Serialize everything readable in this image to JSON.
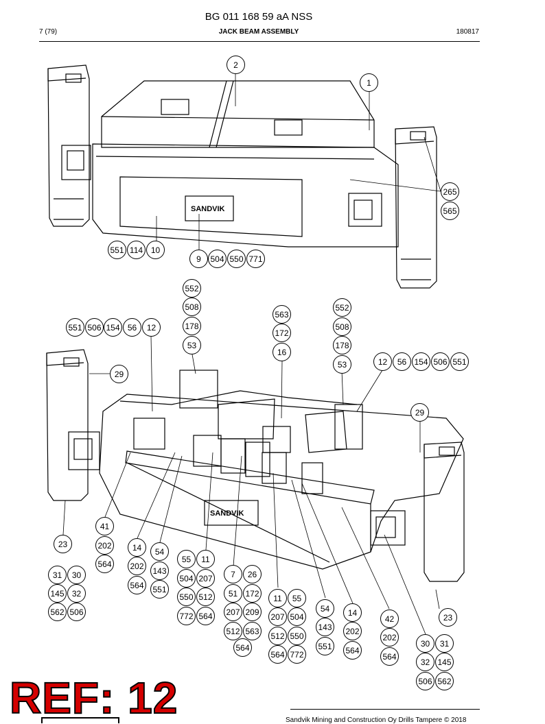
{
  "header": {
    "doc_title": "BG 011 168 59 aA NSS",
    "page": "7 (79)",
    "section": "JACK BEAM ASSEMBLY",
    "date": "180817"
  },
  "footer": {
    "text": "Sandvik Mining and Construction Oy Drills Tampere © 2018"
  },
  "stamp": {
    "text": "REF: 12"
  },
  "brand": {
    "plate_text": "SANDVIK"
  },
  "balloons": [
    {
      "id": "b1",
      "label": "2"
    },
    {
      "id": "b2",
      "label": "1"
    },
    {
      "id": "b3",
      "label": "265"
    },
    {
      "id": "b4",
      "label": "565"
    },
    {
      "id": "b5",
      "label": "551"
    },
    {
      "id": "b6",
      "label": "114"
    },
    {
      "id": "b7",
      "label": "10"
    },
    {
      "id": "b8",
      "label": "9"
    },
    {
      "id": "b9",
      "label": "504"
    },
    {
      "id": "b10",
      "label": "550"
    },
    {
      "id": "b11",
      "label": "771"
    },
    {
      "id": "b12",
      "label": "552"
    },
    {
      "id": "b13",
      "label": "508"
    },
    {
      "id": "b14",
      "label": "178"
    },
    {
      "id": "b15",
      "label": "53"
    },
    {
      "id": "b16",
      "label": "563"
    },
    {
      "id": "b17",
      "label": "172"
    },
    {
      "id": "b18",
      "label": "16"
    },
    {
      "id": "b19",
      "label": "552"
    },
    {
      "id": "b20",
      "label": "508"
    },
    {
      "id": "b21",
      "label": "178"
    },
    {
      "id": "b22",
      "label": "53"
    },
    {
      "id": "b23",
      "label": "551"
    },
    {
      "id": "b24",
      "label": "506"
    },
    {
      "id": "b25",
      "label": "154"
    },
    {
      "id": "b26",
      "label": "56"
    },
    {
      "id": "b27",
      "label": "12"
    },
    {
      "id": "b28",
      "label": "12"
    },
    {
      "id": "b29",
      "label": "56"
    },
    {
      "id": "b30",
      "label": "154"
    },
    {
      "id": "b31",
      "label": "506"
    },
    {
      "id": "b32",
      "label": "551"
    },
    {
      "id": "b33",
      "label": "29"
    },
    {
      "id": "b34",
      "label": "29"
    },
    {
      "id": "b35",
      "label": "41"
    },
    {
      "id": "b36",
      "label": "202"
    },
    {
      "id": "b37",
      "label": "564"
    },
    {
      "id": "b38",
      "label": "23"
    },
    {
      "id": "b39",
      "label": "14"
    },
    {
      "id": "b40",
      "label": "202"
    },
    {
      "id": "b41",
      "label": "564"
    },
    {
      "id": "b42",
      "label": "54"
    },
    {
      "id": "b43",
      "label": "143"
    },
    {
      "id": "b44",
      "label": "551"
    },
    {
      "id": "b45",
      "label": "55"
    },
    {
      "id": "b46",
      "label": "11"
    },
    {
      "id": "b47",
      "label": "504"
    },
    {
      "id": "b48",
      "label": "207"
    },
    {
      "id": "b49",
      "label": "550"
    },
    {
      "id": "b50",
      "label": "512"
    },
    {
      "id": "b51",
      "label": "772"
    },
    {
      "id": "b52",
      "label": "564"
    },
    {
      "id": "b53",
      "label": "7"
    },
    {
      "id": "b54",
      "label": "26"
    },
    {
      "id": "b55",
      "label": "51"
    },
    {
      "id": "b56",
      "label": "172"
    },
    {
      "id": "b57",
      "label": "207"
    },
    {
      "id": "b58",
      "label": "209"
    },
    {
      "id": "b59",
      "label": "512"
    },
    {
      "id": "b60",
      "label": "563"
    },
    {
      "id": "b61",
      "label": "564"
    },
    {
      "id": "b62",
      "label": "31"
    },
    {
      "id": "b63",
      "label": "30"
    },
    {
      "id": "b64",
      "label": "145"
    },
    {
      "id": "b65",
      "label": "32"
    },
    {
      "id": "b66",
      "label": "562"
    },
    {
      "id": "b67",
      "label": "506"
    },
    {
      "id": "b68",
      "label": "11"
    },
    {
      "id": "b69",
      "label": "55"
    },
    {
      "id": "b70",
      "label": "207"
    },
    {
      "id": "b71",
      "label": "504"
    },
    {
      "id": "b72",
      "label": "512"
    },
    {
      "id": "b73",
      "label": "550"
    },
    {
      "id": "b74",
      "label": "564"
    },
    {
      "id": "b75",
      "label": "772"
    },
    {
      "id": "b76",
      "label": "54"
    },
    {
      "id": "b77",
      "label": "143"
    },
    {
      "id": "b78",
      "label": "551"
    },
    {
      "id": "b79",
      "label": "14"
    },
    {
      "id": "b80",
      "label": "202"
    },
    {
      "id": "b81",
      "label": "564"
    },
    {
      "id": "b82",
      "label": "42"
    },
    {
      "id": "b83",
      "label": "202"
    },
    {
      "id": "b84",
      "label": "564"
    },
    {
      "id": "b85",
      "label": "23"
    },
    {
      "id": "b86",
      "label": "30"
    },
    {
      "id": "b87",
      "label": "31"
    },
    {
      "id": "b88",
      "label": "32"
    },
    {
      "id": "b89",
      "label": "145"
    },
    {
      "id": "b90",
      "label": "506"
    },
    {
      "id": "b91",
      "label": "562"
    }
  ]
}
